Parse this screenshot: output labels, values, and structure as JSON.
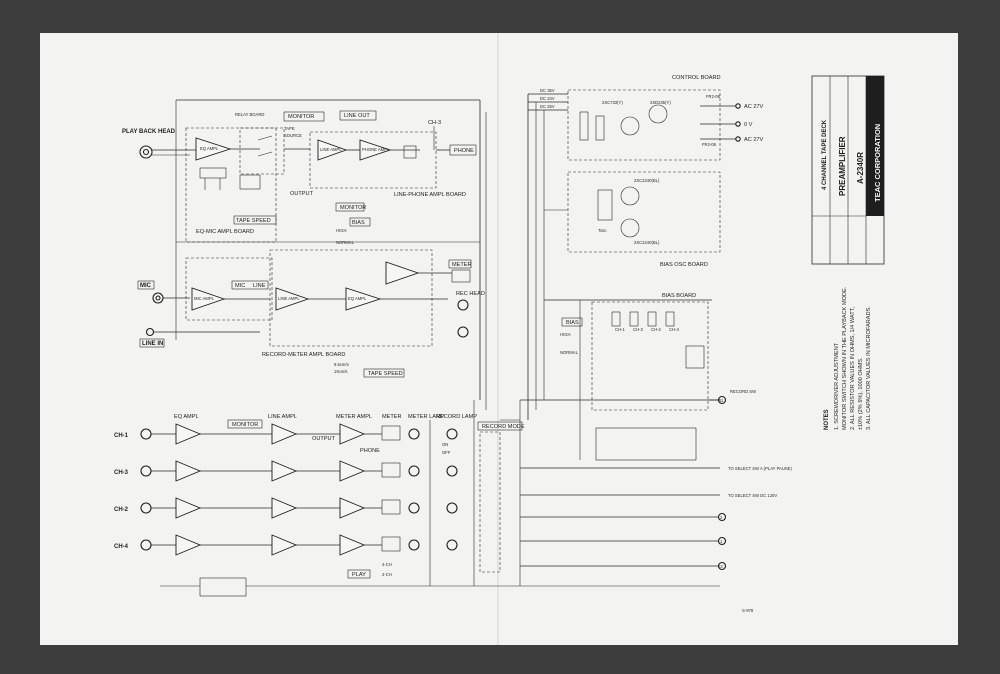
{
  "title_block": {
    "product": "4 CHANNEL TAPE DECK",
    "subtitle": "PREAMPLIFIER",
    "model": "A-2340R",
    "company": "TEAC CORPORATION"
  },
  "notes": {
    "heading": "NOTES",
    "lines": [
      "1. SCREWDRIVER ADJUSTMENT",
      "   MONITOR SWITCH SHOWN IN THE PLAYBACK MODE.",
      "2. ALL RESISTOR VALUES IN OHMS, 1/4 WATT,",
      "   ±10% (2% 5%), 1000 OHMS.",
      "3. ALL CAPACITOR VALUES IN MICROFARADS."
    ]
  },
  "boards": {
    "control": "CONTROL BOARD",
    "bias_osc": "BIAS OSC BOARD",
    "bias": "BIAS BOARD",
    "line_phone": "LINE-PHONE AMPL BOARD",
    "eq_mic": "EQ-MIC AMPL BOARD",
    "record_meter": "RECORD-METER AMPL BOARD",
    "relay": "RELAY BOARD"
  },
  "top_labels": {
    "playback_head": "PLAY BACK HEAD",
    "monitor": "MONITOR",
    "line_out": "LINE OUT",
    "ch3": "CH-3",
    "phone": "PHONE",
    "output": "OUTPUT",
    "tape_speed": "TAPE SPEED",
    "mic": "MIC",
    "line": "LINE",
    "line_in": "LINE IN",
    "meter": "METER",
    "rec_head": "REC HEAD",
    "bias": "BIAS",
    "tape_speed_2": "TAPE SPEED",
    "eq_amp": "EQ AMPL",
    "line_amp": "LINE AMPL",
    "phone_amp": "PHONE AMPL",
    "mic_amp": "MIC AMPL",
    "source": "SOURCE",
    "tape": "TAPE",
    "high": "HIGH",
    "normal": "NORMAL",
    "speed_95": "9.5cm/s",
    "speed_19": "19cm/s"
  },
  "control_parts": {
    "q1": "2SC733(Y)",
    "q2": "2SD235(Y)",
    "ac1": "AC 27V",
    "ac0": "0 V",
    "ac2": "AC 27V",
    "dc35": "DC 35V",
    "dc24": "DC 24V",
    "dc25": "DC 25V",
    "fr_top": "FR2-06",
    "fr_bot": "FR2-06"
  },
  "bias_osc_parts": {
    "q1": "2SC2240(BL)",
    "q2": "2SC2240(BL)",
    "osc": "Tosc"
  },
  "lower_labels": {
    "eq_ampl": "EQ AMPL",
    "monitor": "MONITOR",
    "line_ampl": "LINE AMPL",
    "meter_ampl": "METER AMPL",
    "meter": "METER",
    "meter_lamp": "METER LAMP",
    "record_lamp": "RECORD LAMP",
    "record_mode": "RECORD MODE",
    "output": "OUTPUT",
    "phone": "PHONE",
    "play": "PLAY",
    "four_ch": "4-CH",
    "two_ch": "2-CH",
    "on": "ON",
    "off": "OFF",
    "record_sw": "RECORD SW",
    "sel_pause": "TO SELECT SW A (PLAY PAUSE)",
    "sel_dc": "TO SELECT SW DC 120V",
    "doc_id": "S-978"
  },
  "channels": [
    "CH-1",
    "CH-3",
    "CH-2",
    "CH-4"
  ],
  "bias_channels": [
    "CH-1",
    "CH-3",
    "CH-2",
    "CH-4"
  ],
  "terminal_numbers": [
    "11",
    "12",
    "2",
    "1"
  ]
}
